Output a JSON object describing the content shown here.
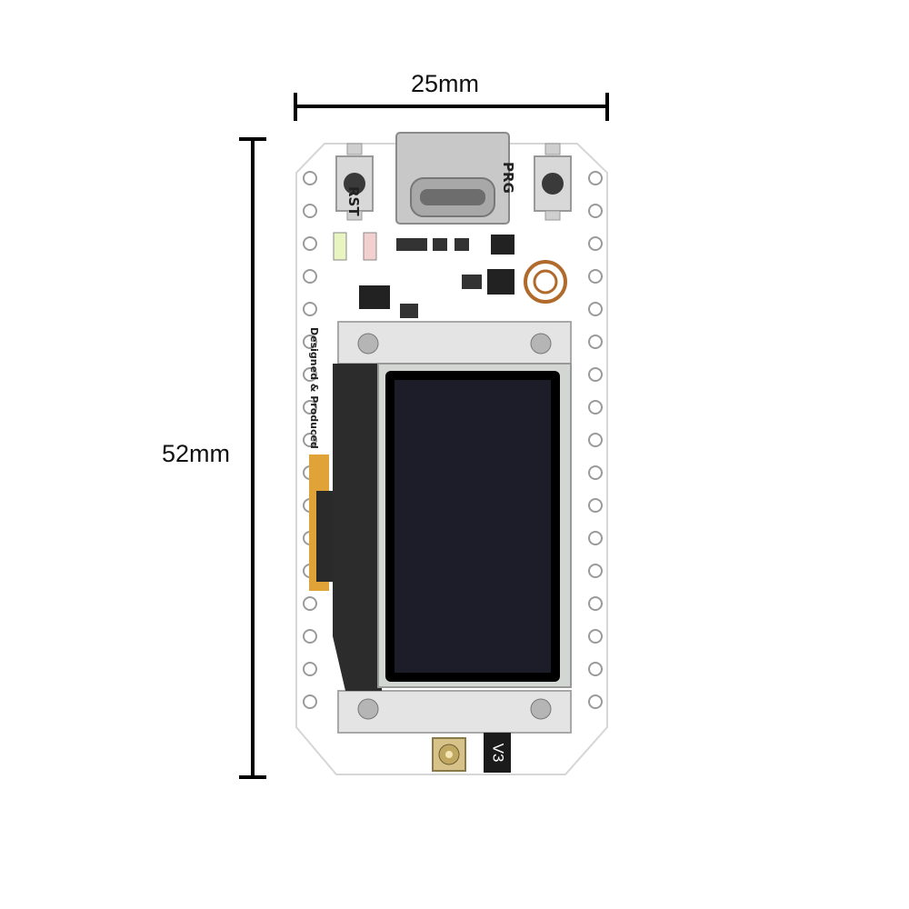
{
  "dimensions": {
    "width_label": "25mm",
    "height_label": "52mm"
  },
  "board": {
    "reset_label": "RST",
    "program_label": "PRG",
    "silkscreen_text": "Designed & Produced",
    "version_badge": "V3",
    "colors": {
      "pcb": "#ffffff",
      "pcb_edge": "#d6d6d6",
      "display": "#1d1d2a",
      "connector_metal": "#c8c8c8"
    }
  }
}
